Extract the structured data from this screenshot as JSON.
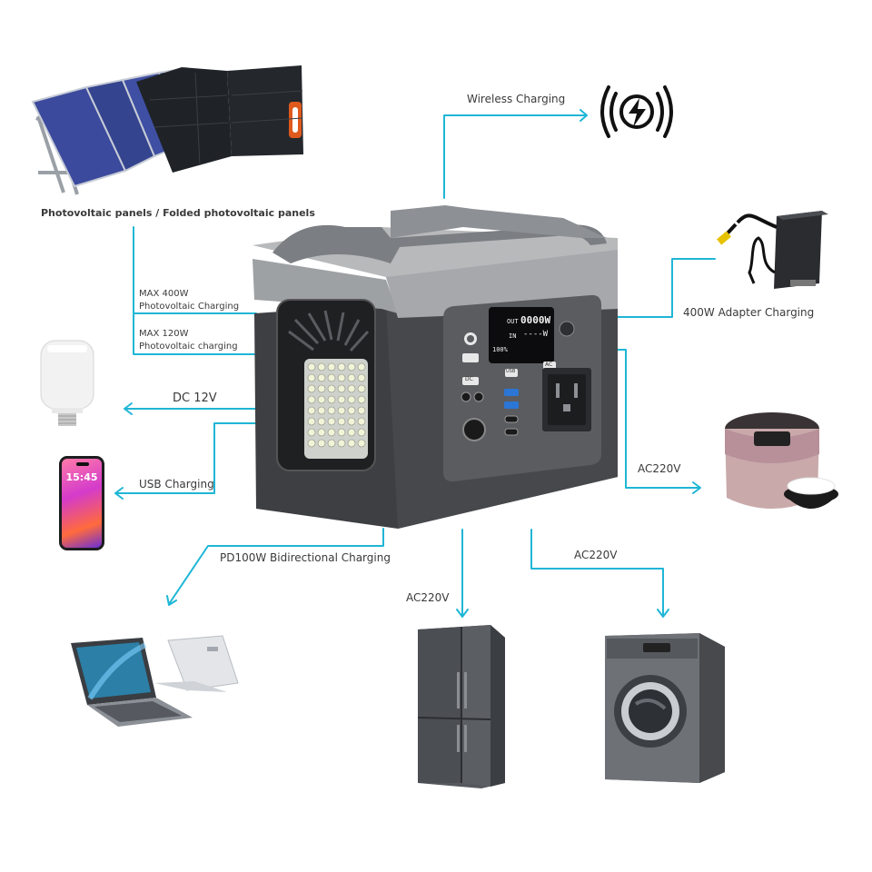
{
  "colors": {
    "connector": "#1fb6d6",
    "unit_dark": "#3d3f42",
    "unit_light": "#a9abad",
    "panel_blue": "#3b4a9c"
  },
  "labels": {
    "solar": "Photovoltaic panels / Folded photovoltaic panels",
    "pv_max400_line1": "MAX 400W",
    "pv_max400_line2": "Photovoltaic Charging",
    "pv_max120_line1": "MAX 120W",
    "pv_max120_line2": "Photovoltaic charging",
    "dc12v": "DC  12V",
    "usb": "USB Charging",
    "pd100w": "PD100W Bidirectional Charging",
    "wireless": "Wireless Charging",
    "adapter": "400W Adapter Charging",
    "ac_cooker": "AC220V",
    "ac_fridge": "AC220V",
    "ac_washer": "AC220V"
  },
  "device": {
    "display_out": "OUT",
    "display_out_value": "0000W",
    "display_in": "IN",
    "display_in_value": "----W",
    "display_battery": "100%",
    "port_dc": "DC",
    "port_usb": "USB",
    "port_ac": "AC",
    "phone_time": "15:45"
  },
  "icons": {
    "solar": "solar-panel-icon",
    "wireless": "wireless-charging-icon",
    "adapter": "power-adapter-icon",
    "bulb": "light-bulb-icon",
    "phone": "smartphone-icon",
    "laptop": "laptop-icon",
    "cooker": "rice-cooker-icon",
    "fridge": "refrigerator-icon",
    "washer": "washing-machine-icon"
  }
}
